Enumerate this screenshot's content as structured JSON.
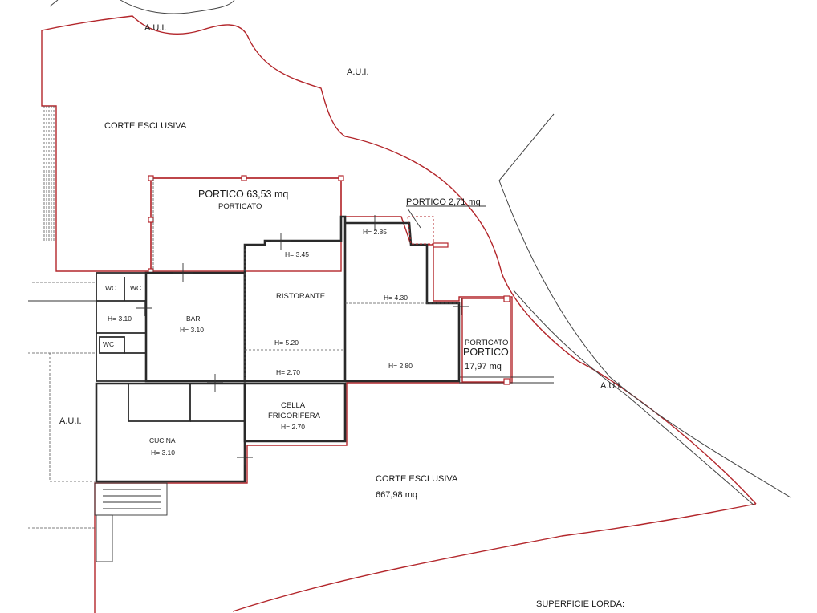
{
  "labels": {
    "aui_top": "A.U.I.",
    "aui_center": "A.U.I.",
    "aui_left": "A.U.I.",
    "aui_right": "A.U.I.",
    "corte_top": "CORTE ESCLUSIVA",
    "corte_bottom": "CORTE ESCLUSIVA",
    "corte_bottom_area": "667,98 mq",
    "portico_main": "PORTICO 63,53 mq",
    "porticato_main": "PORTICATO",
    "portico_small": "PORTICO 2,71 mq",
    "porticato_right": "PORTICATO",
    "portico_right": "PORTICO",
    "portico_right_area": "17,97 mq",
    "h285": "H= 2.85",
    "h345": "H= 3.45",
    "h430": "H= 4.30",
    "h520": "H= 5.20",
    "h270_rist": "H= 2.70",
    "h280": "H= 2.80",
    "h310_wc": "H= 3.10",
    "wc1": "WC",
    "wc2": "WC",
    "wc3": "WC",
    "bar": "BAR",
    "bar_h": "H= 3.10",
    "ristorante": "RISTORANTE",
    "cella_1": "CELLA",
    "cella_2": "FRIGORIFERA",
    "cella_h": "H= 2.70",
    "cucina": "CUCINA",
    "cucina_h": "H= 3.10",
    "superficie": "SUPERFICIE LORDA:"
  },
  "colors": {
    "boundary": "#b3262b",
    "walls": "#2a2a2a",
    "background": "#ffffff"
  }
}
